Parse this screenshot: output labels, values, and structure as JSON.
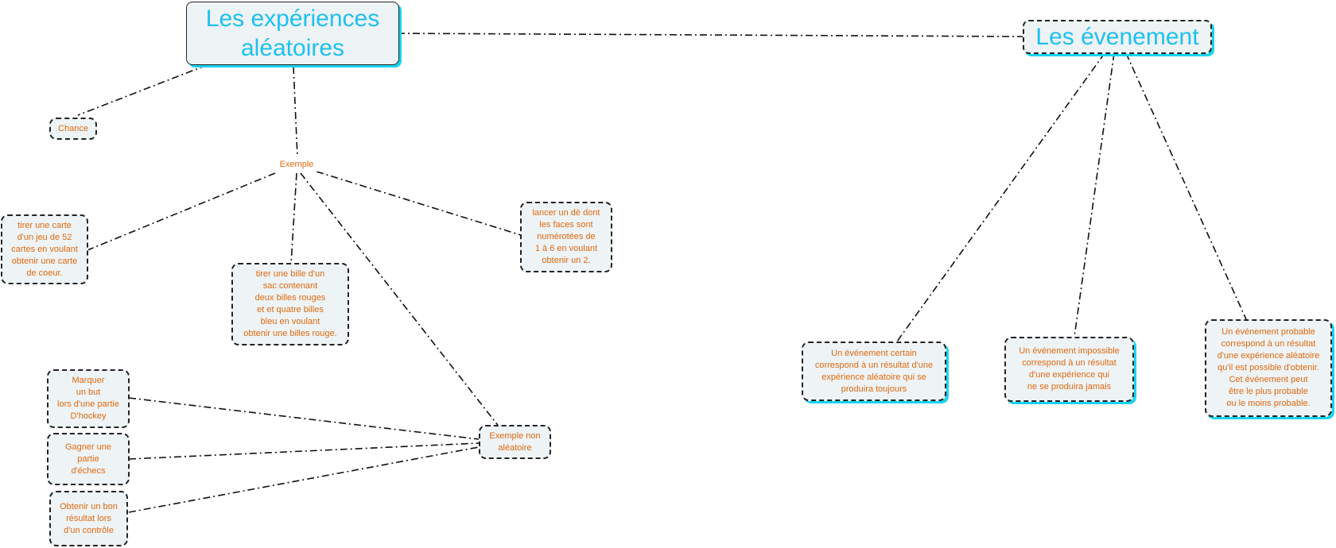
{
  "colors": {
    "title_text": "#1ec0ef",
    "concept_text": "#e06a10",
    "node_fill": "#eef3f5",
    "shadow_accent": "#18d4f0",
    "link": "#111111"
  },
  "nodes": {
    "experiences": "Les  expériences\naléatoires",
    "evenement": "Les évenement",
    "chance": "Chance",
    "exemple": "Exemple",
    "carte": "tirer une carte\nd'un jeu de 52\ncartes en voulant\nobtenir une carte\nde coeur.",
    "bille": "tirer une bille d'un\nsac contenant\ndeux billes rouges\net et quatre billes\nbleu en voulant\nobtenir une billes rouge.",
    "de": "lancer un dè dont\nles  faces  sont\nnumérotées de\n1 à 6 en voulant\nobtenir un 2.",
    "non_aleatoire": "Exemple non\naléatoire",
    "hockey": "Marquer\nun but\nlors d'une partie\nD'hockey",
    "echecs": "Gagner une\npartie\nd'échecs",
    "controle": "Obtenir un bon\nrésultat lors\nd'un contrôle",
    "certain": "Un événement certain\ncorrespond à un résultat d'une\nexpérience aléatoire qui se\nproduira toujours",
    "impossible": "Un événement impossible\ncorrespond à un résultat\nd'une expérience qui\nne se produira jamais",
    "probable": "Un événement probable\ncorrespond à un résultat\nd'une expérience aléatoire\nqu'il est possible d'obtenir.\nCet  événement peut\nêtre le plus probable\nou le moins probable."
  }
}
